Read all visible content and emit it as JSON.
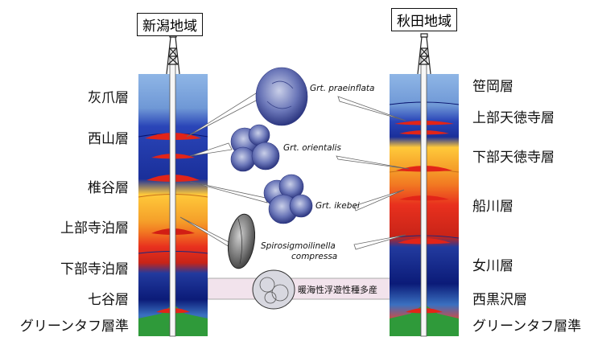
{
  "left_region": {
    "title": "新潟地域",
    "formations": [
      "灰爪層",
      "西山層",
      "椎谷層",
      "上部寺泊層",
      "下部寺泊層",
      "七谷層",
      "グリーンタフ層準"
    ]
  },
  "right_region": {
    "title": "秋田地域",
    "formations": [
      "笹岡層",
      "上部天徳寺層",
      "下部天徳寺層",
      "船川層",
      "女川層",
      "西黒沢層",
      "グリーンタフ層準"
    ]
  },
  "species": {
    "praeinflata": "Grt. praeinflata",
    "orientalis": "Grt. orientalis",
    "ikebei": "Grt. ikebei",
    "spiro_line1": "Spirosigmoilinella",
    "spiro_line2": "compressa"
  },
  "warm_note": "暖海性浮遊性種多産",
  "colors": {
    "light_blue": "#6f98d6",
    "dark_blue": "#1a2f9a",
    "navy": "#0b1b78",
    "yellow": "#ffc93a",
    "orange": "#f08a1e",
    "red": "#e8301e",
    "green": "#2f9a3a",
    "lens": "#e22418"
  }
}
